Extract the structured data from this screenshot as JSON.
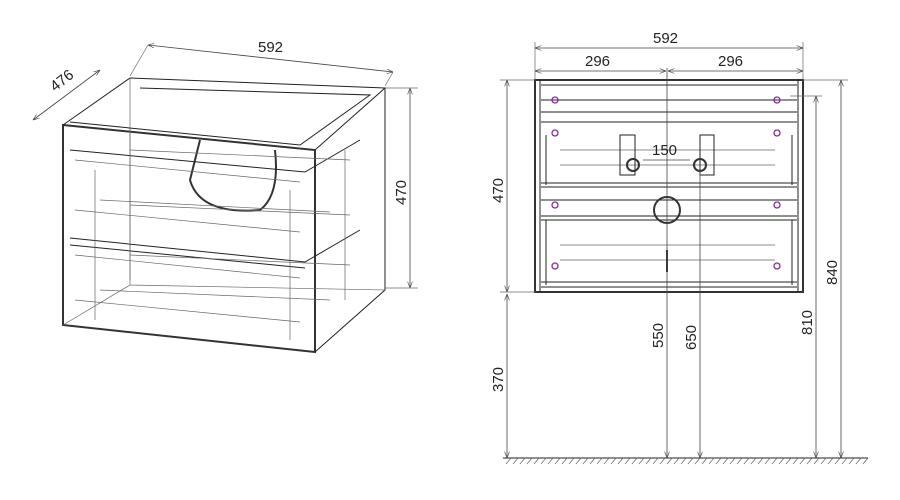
{
  "isometric_view": {
    "width_dim": "592",
    "depth_dim": "476",
    "height_dim": "470"
  },
  "front_view": {
    "total_width_dim": "592",
    "left_half_dim": "296",
    "right_half_dim": "296",
    "tap_spacing_dim": "150",
    "body_height_dim": "470",
    "mount_height_dim": "370",
    "drain_height_dim": "550",
    "tap_height_dim": "650",
    "rail_height_dim": "810",
    "total_height_dim": "840"
  }
}
